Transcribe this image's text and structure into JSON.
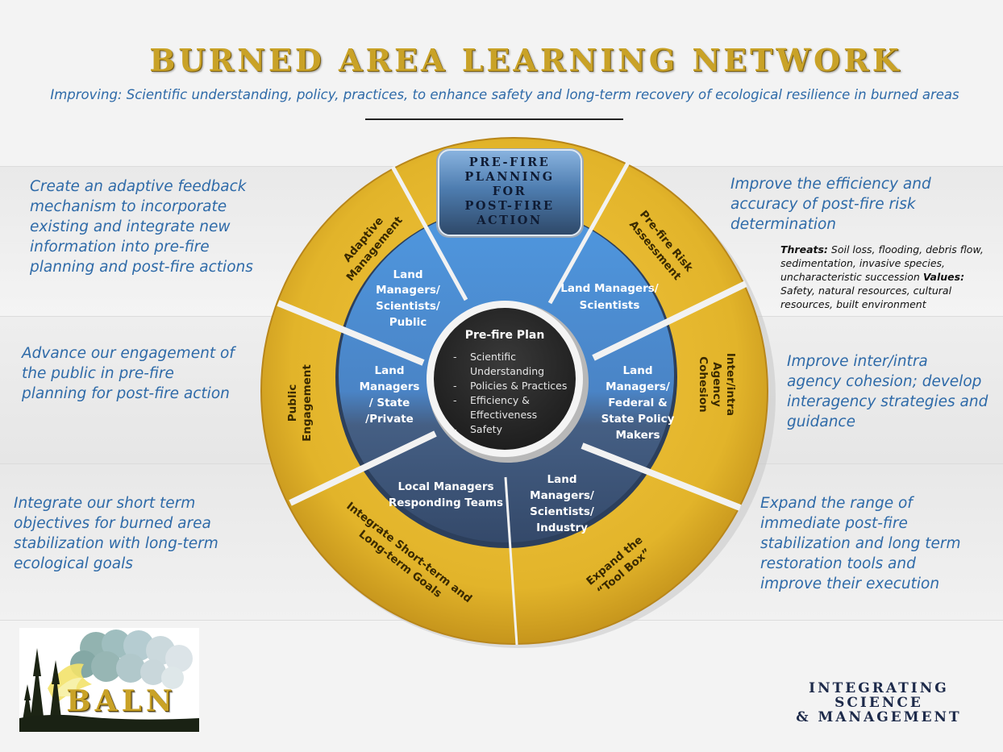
{
  "header": {
    "title": "BURNED AREA LEARNING NETWORK",
    "subtitle": "Improving: Scientific understanding, policy, practices, to enhance safety and  long-term recovery of ecological resilience in burned areas"
  },
  "side_texts": {
    "top_left": [
      "Create an adaptive feedback",
      "mechanism to incorporate",
      "existing and integrate new",
      "information into pre-fire",
      "planning and post-fire actions"
    ],
    "mid_left": [
      "Advance our engagement of",
      "the public in pre-fire",
      "planning for post-fire action"
    ],
    "bottom_left": [
      "Integrate our short term",
      "objectives for burned area",
      "stabilization with long-term",
      "ecological goals"
    ],
    "top_right": [
      "Improve the efficiency and",
      "accuracy of post-fire risk",
      "determination"
    ],
    "mid_right": [
      "Improve inter/intra",
      "agency cohesion; develop",
      "interagency strategies and",
      "guidance"
    ],
    "bottom_right": [
      "Expand the range of",
      "immediate post-fire",
      "stabilization and long term",
      "restoration tools and",
      "improve their execution"
    ]
  },
  "threats_note": {
    "threats_label": "Threats:",
    "threats_text": " Soil loss, flooding, debris flow, sedimentation, invasive species, uncharacteristic succession ",
    "values_label": "Values:",
    "values_text": " Safety, natural resources, cultural resources, built environment"
  },
  "wheel": {
    "top_box": [
      "PRE-FIRE",
      "PLANNING",
      "FOR",
      "POST-FIRE",
      "ACTION"
    ],
    "outer_segments": {
      "adaptive": [
        "Adaptive",
        "Management"
      ],
      "risk": [
        "Pre-fire Risk",
        "Assessment"
      ],
      "inter": [
        "Inter/intra",
        "Agency",
        "Cohesion"
      ],
      "toolbox": [
        "Expand the",
        "“Tool Box”"
      ],
      "integrate": [
        "Integrate Short-term and",
        "Long-term Goals"
      ],
      "public": [
        "Public",
        "Engagement"
      ]
    },
    "inner_segments": {
      "upper_left": [
        "Land",
        "Managers/",
        "Scientists/",
        "Public"
      ],
      "upper_right": [
        "Land Managers/",
        "Scientists"
      ],
      "right": [
        "Land",
        "Managers/",
        "Federal &",
        "State Policy",
        "Makers"
      ],
      "lower_right": [
        "Land",
        "Managers/",
        "Scientists/",
        "Industry"
      ],
      "lower_left": [
        "Local Managers",
        "Responding Teams"
      ],
      "left": [
        "Land",
        "Managers",
        "/ State",
        "/Private"
      ]
    },
    "center": {
      "title": "Pre-fire Plan",
      "items": [
        {
          "bullet": "-",
          "lines": [
            "Scientific",
            "Understanding"
          ]
        },
        {
          "bullet": "-",
          "lines": [
            "Policies & Practices"
          ]
        },
        {
          "bullet": "-",
          "lines": [
            "Efficiency &",
            "Effectiveness"
          ]
        },
        {
          "bullet": "-",
          "lines": [
            "Safety"
          ]
        }
      ]
    }
  },
  "logo": {
    "text": "BALN"
  },
  "tagline": [
    "INTEGRATING",
    "SCIENCE",
    "& MANAGEMENT"
  ],
  "colors": {
    "gold": "#e2b42a",
    "gold_dark": "#b8861a",
    "blue": "#4a8fd6",
    "navy": "#3e5677",
    "center": "#2a2a2a",
    "text_blue": "#2e6aa8"
  }
}
